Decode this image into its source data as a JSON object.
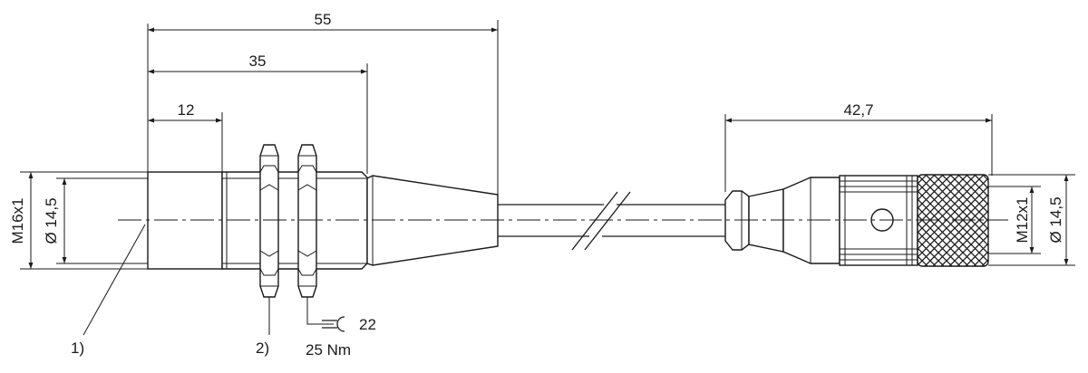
{
  "dimensions": {
    "overall_length": "55",
    "thread_length": "35",
    "front_length": "12",
    "connector_length": "42,7",
    "left_thread": "M16x1",
    "left_diameter": "Ø 14,5",
    "right_thread": "M12x1",
    "right_diameter": "Ø 14,5"
  },
  "callouts": {
    "sensing_face": "1)",
    "nuts": "2)",
    "wrench_size": "22",
    "torque": "25 Nm"
  },
  "colors": {
    "line": "#1a1a1a",
    "background": "#ffffff"
  },
  "icons": {
    "wrench": "wrench-icon",
    "arrow": "dimension-arrow"
  }
}
